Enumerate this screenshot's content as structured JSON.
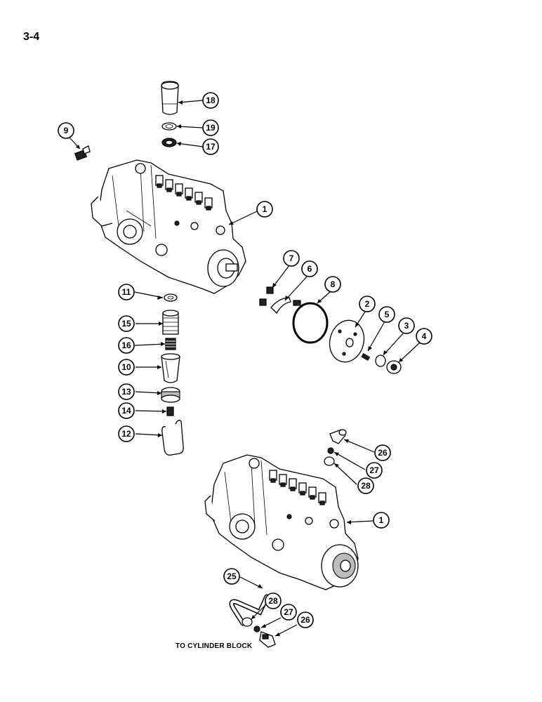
{
  "page": {
    "number": "3-4",
    "footer_note": "TO CYLINDER BLOCK"
  },
  "callouts": {
    "c18": "18",
    "c19": "19",
    "c17": "17",
    "c9": "9",
    "c1a": "1",
    "c7": "7",
    "c6": "6",
    "c8": "8",
    "c11": "11",
    "c15": "15",
    "c16": "16",
    "c10": "10",
    "c2": "2",
    "c5": "5",
    "c3": "3",
    "c4": "4",
    "c13": "13",
    "c14": "14",
    "c12": "12",
    "c26a": "26",
    "c27a": "27",
    "c28a": "28",
    "c1b": "1",
    "c25": "25",
    "c28b": "28",
    "c27b": "27",
    "c26b": "26"
  }
}
